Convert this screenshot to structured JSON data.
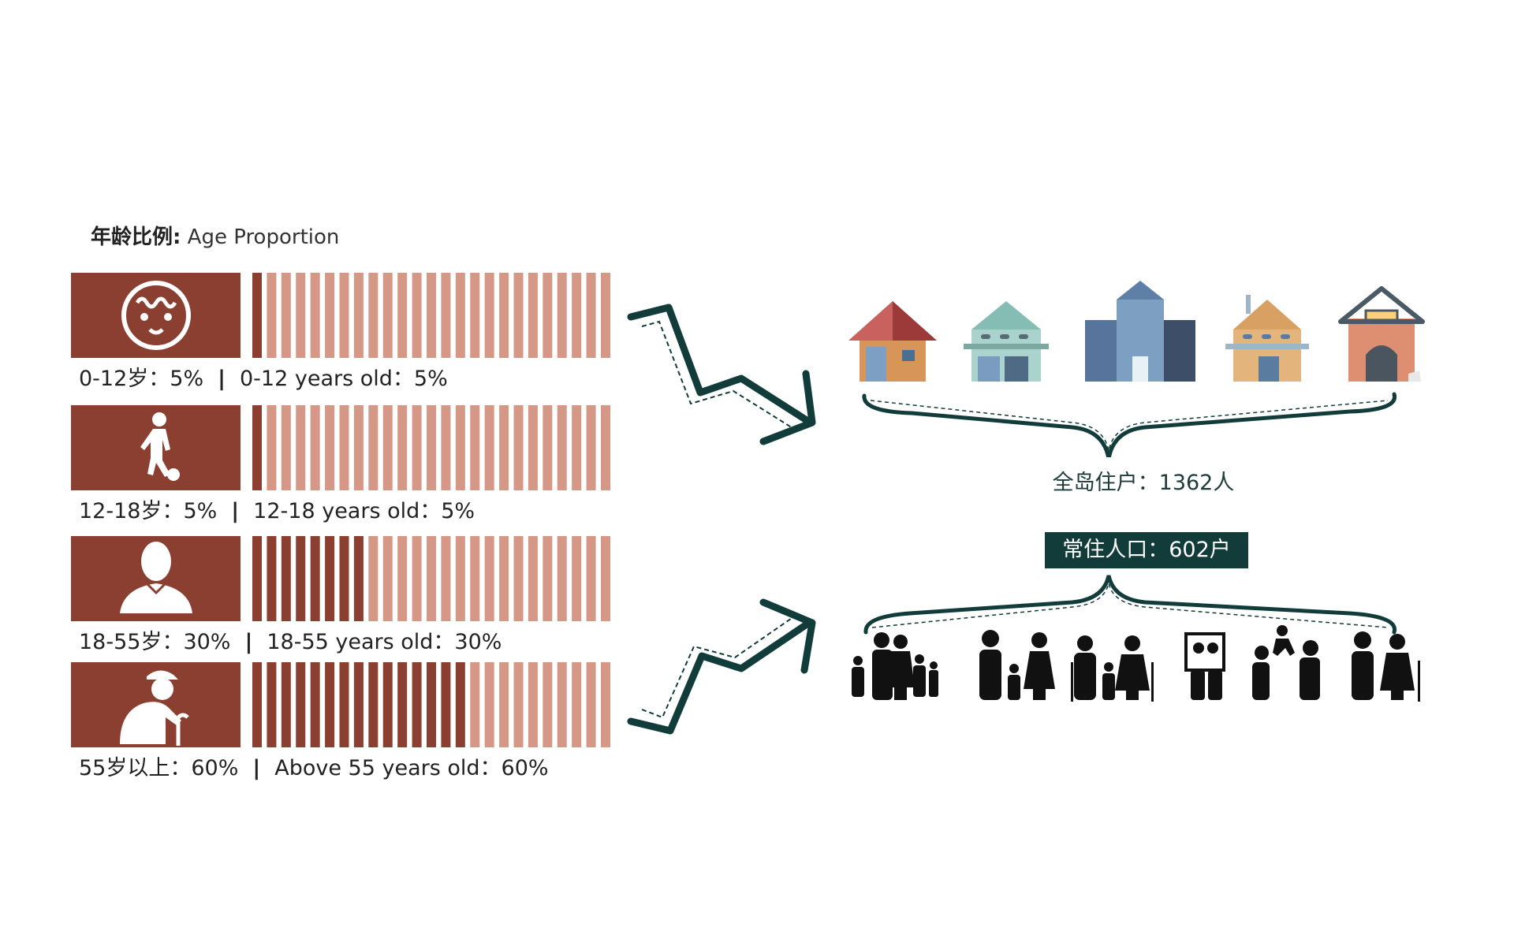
{
  "title": {
    "zh": "年龄比例:",
    "en": " Age Proportion"
  },
  "rows": [
    {
      "icon": "baby-face-icon",
      "zh": "0-12岁：5%",
      "en": "0-12 years old：5%"
    },
    {
      "icon": "child-soccer-icon",
      "zh": "12-18岁：5%",
      "en": "12-18 years old：5%"
    },
    {
      "icon": "adult-person-icon",
      "zh": "18-55岁：30%",
      "en": "18-55 years old：30%"
    },
    {
      "icon": "elderly-cane-icon",
      "zh": "55岁以上：60%",
      "en": "Above 55  years old：60%"
    }
  ],
  "separator": "|",
  "resident_text": "全岛住户：1362人",
  "permanent_text": "常住人口：602户",
  "house_icons": [
    "red-roof-house-icon",
    "teal-house-icon",
    "blue-building-icon",
    "orange-house-icon",
    "brown-house-icon"
  ],
  "family_icons": [
    "large-family-icon",
    "couple-child-icon",
    "grandparents-child-icon",
    "family-portrait-icon",
    "parent-lifting-child-icon",
    "elderly-couple-icon"
  ],
  "colors": {
    "icon_bg": "#8a3f31",
    "bar_filled": "#8a3f31",
    "bar_empty": "#d59886",
    "accent_dark": "#123c3a"
  },
  "chart_data": {
    "type": "bar",
    "title": "年龄比例: Age Proportion",
    "categories": [
      "0-12岁",
      "12-18岁",
      "18-55岁",
      "55岁以上"
    ],
    "values": [
      5,
      5,
      30,
      60
    ],
    "ylim": [
      0,
      100
    ],
    "unit": "%",
    "total_segments": 25
  }
}
